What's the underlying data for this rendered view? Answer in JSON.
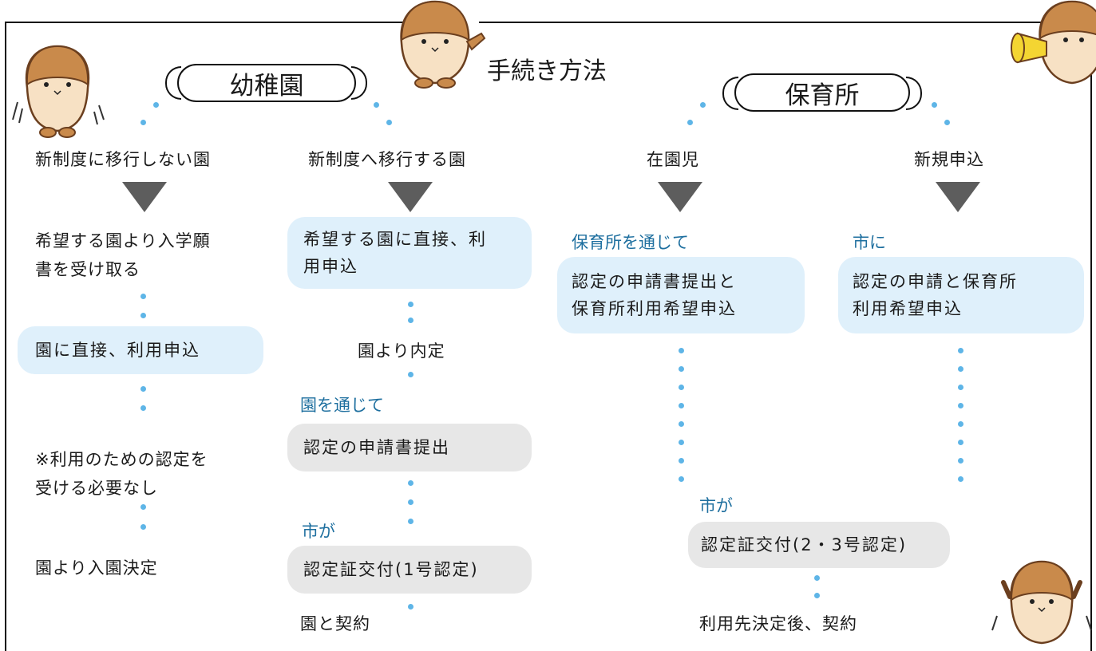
{
  "header": {
    "title": "手続き方法"
  },
  "kindergarten": {
    "label": "幼稚園",
    "left_branch": {
      "heading": "新制度に移行しない園",
      "step1": [
        "希望する園より入学願",
        "書を受け取る"
      ],
      "step2": "園に直接、利用申込",
      "step3": [
        "※利用のための認定を",
        "受ける必要なし"
      ],
      "step4": "園より入園決定"
    },
    "right_branch": {
      "heading": "新制度へ移行する園",
      "step1": [
        "希望する園に直接、利",
        "用申込"
      ],
      "step2": "園より内定",
      "note1": "園を通じて",
      "step3": "認定の申請書提出",
      "note2": "市が",
      "step4": "認定証交付(1号認定)",
      "step5": "園と契約"
    }
  },
  "nursery": {
    "label": "保育所",
    "left_branch": {
      "heading": "在園児",
      "note": "保育所を通じて",
      "step1": [
        "認定の申請書提出と",
        "保育所利用希望申込"
      ]
    },
    "right_branch": {
      "heading": "新規申込",
      "note": "市に",
      "step1": [
        "認定の申請と保育所",
        "利用希望申込"
      ]
    },
    "joint_note": "市が",
    "joint_step": "認定証交付(2・3号認定)",
    "final_step": "利用先決定後、契約"
  },
  "colors": {
    "box_blue": "#dff0fb",
    "box_gray": "#e7e7e7",
    "note_blue": "#1e6f9f",
    "dot_blue": "#5eb5e7",
    "triangle": "#5d5d5d"
  },
  "mascots": [
    "hamster-mascot-waving",
    "hamster-mascot-pointing",
    "hamster-mascot-megaphone",
    "hamster-mascot-cheering"
  ]
}
